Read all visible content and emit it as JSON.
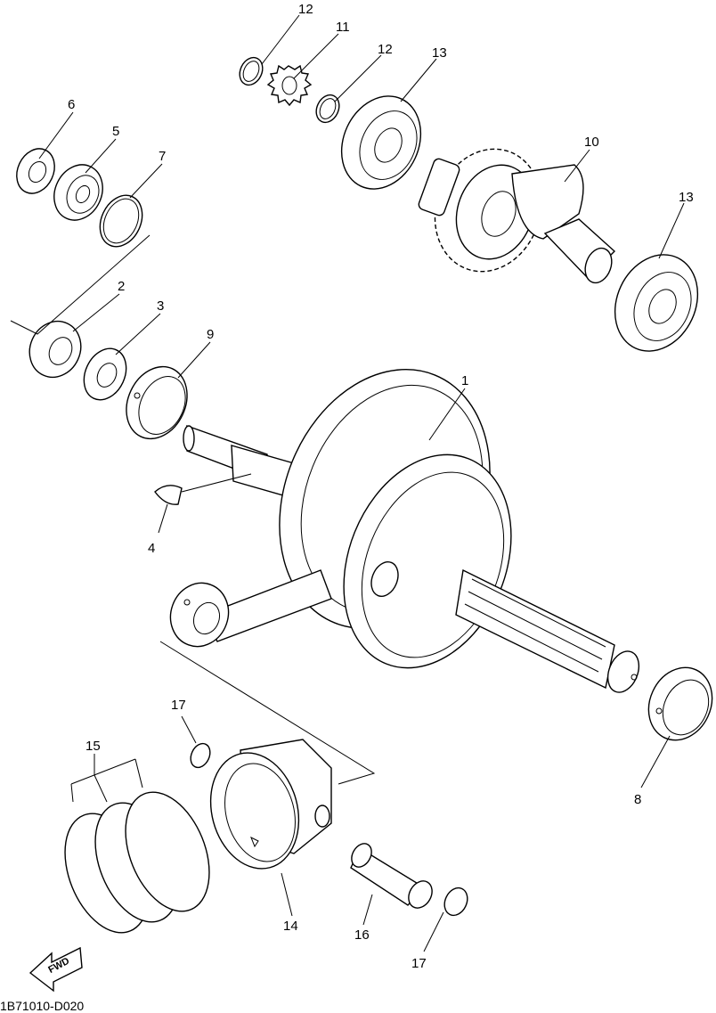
{
  "figure_code": "1B71010-D020",
  "fwd_label": "FWD",
  "callouts": [
    {
      "id": "c12a",
      "label": "12"
    },
    {
      "id": "c11",
      "label": "11"
    },
    {
      "id": "c12b",
      "label": "12"
    },
    {
      "id": "c13a",
      "label": "13"
    },
    {
      "id": "c6",
      "label": "6"
    },
    {
      "id": "c5",
      "label": "5"
    },
    {
      "id": "c7",
      "label": "7"
    },
    {
      "id": "c10",
      "label": "10"
    },
    {
      "id": "c13b",
      "label": "13"
    },
    {
      "id": "c2",
      "label": "2"
    },
    {
      "id": "c3",
      "label": "3"
    },
    {
      "id": "c9",
      "label": "9"
    },
    {
      "id": "c1",
      "label": "1"
    },
    {
      "id": "c4",
      "label": "4"
    },
    {
      "id": "c17a",
      "label": "17"
    },
    {
      "id": "c15",
      "label": "15"
    },
    {
      "id": "c8",
      "label": "8"
    },
    {
      "id": "c14",
      "label": "14"
    },
    {
      "id": "c16",
      "label": "16"
    },
    {
      "id": "c17b",
      "label": "17"
    }
  ]
}
